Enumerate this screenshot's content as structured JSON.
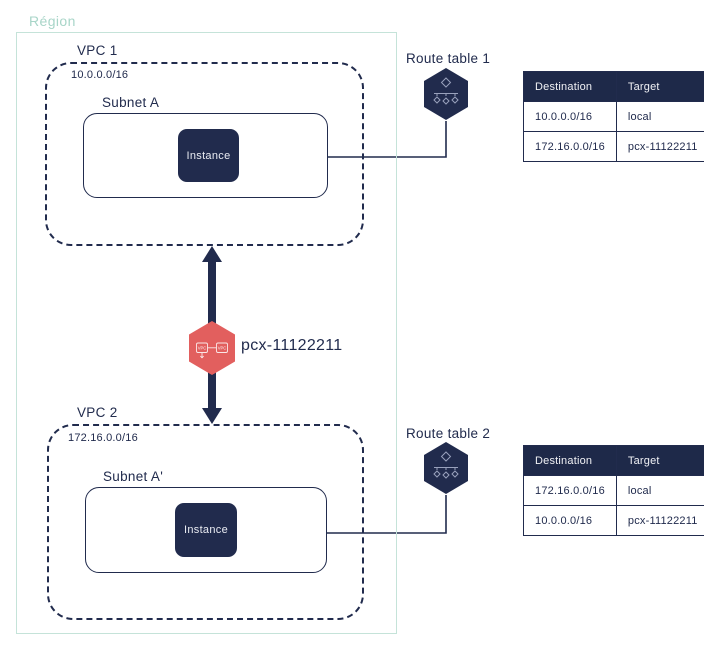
{
  "region": {
    "label": "Région"
  },
  "vpc1": {
    "label": "VPC 1",
    "cidr": "10.0.0.0/16",
    "subnet": {
      "label": "Subnet A",
      "instance_label": "Instance"
    }
  },
  "vpc2": {
    "label": "VPC 2",
    "cidr": "172.16.0.0/16",
    "subnet": {
      "label": "Subnet A'",
      "instance_label": "Instance"
    }
  },
  "peering": {
    "label": "pcx-11122211",
    "icon_text_left": "VPC",
    "icon_text_right": "VPC"
  },
  "route_table_1": {
    "title": "Route table 1",
    "headers": [
      "Destination",
      "Target"
    ],
    "rows": [
      [
        "10.0.0.0/16",
        "local"
      ],
      [
        "172.16.0.0/16",
        "pcx-11122211"
      ]
    ]
  },
  "route_table_2": {
    "title": "Route table 2",
    "headers": [
      "Destination",
      "Target"
    ],
    "rows": [
      [
        "172.16.0.0/16",
        "local"
      ],
      [
        "10.0.0.0/16",
        "pcx-11122211"
      ]
    ]
  },
  "colors": {
    "navy": "#212b4d",
    "coral": "#e25f5e",
    "region_border": "#c5e3d9",
    "region_label": "#a8d5c8",
    "table_header_bg": "#1e2949",
    "icon_glyph": "#99a1bc"
  }
}
